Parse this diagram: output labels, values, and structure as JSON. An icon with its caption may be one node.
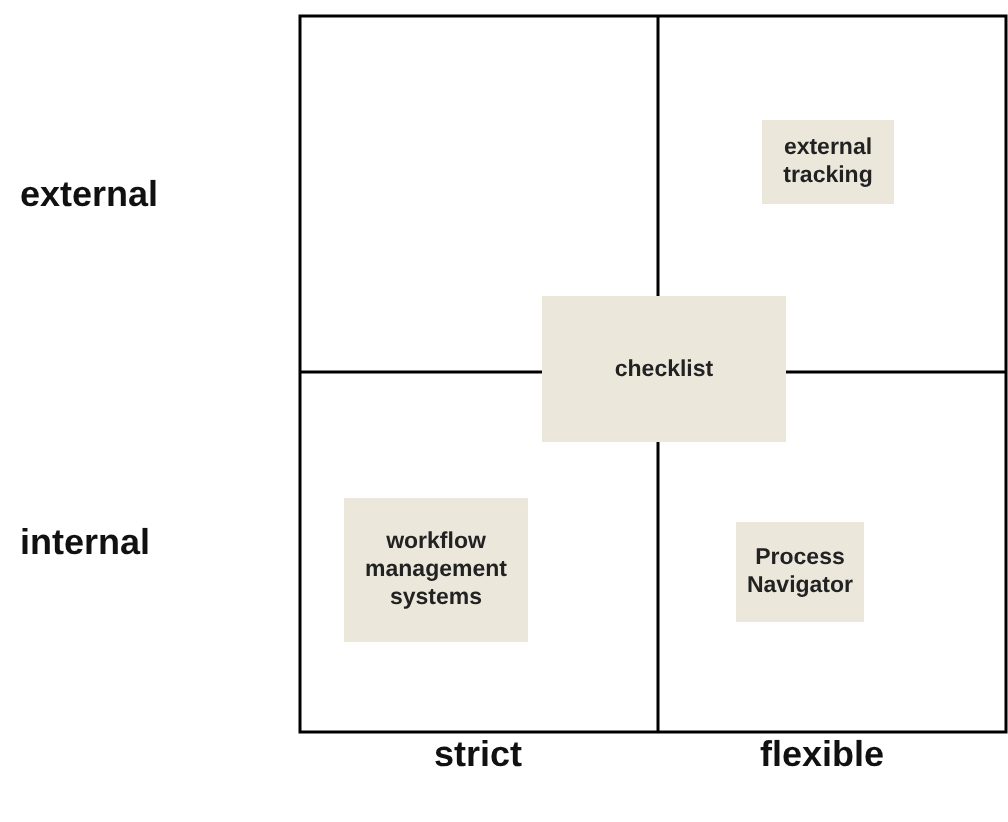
{
  "diagram": {
    "nodes": [
      {
        "text": [
          "external tracking"
        ]
      },
      {
        "text": [
          "checklist"
        ]
      },
      {
        "text": [
          "workflow management systems"
        ]
      },
      {
        "text": [
          "Process Navigator"
        ]
      }
    ],
    "labels": [
      "external",
      "internal",
      "strict",
      "flexible"
    ]
  }
}
